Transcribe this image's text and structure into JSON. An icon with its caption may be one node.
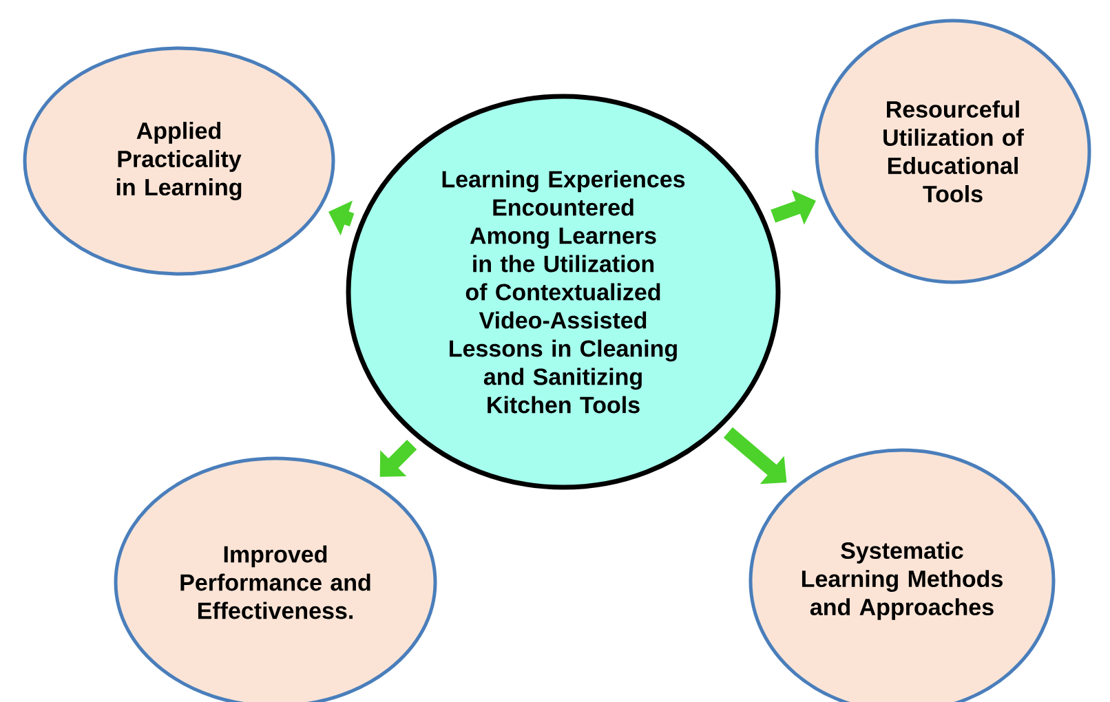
{
  "diagram": {
    "nodes": [
      {
        "text": [
          "Learning Experiences Encountered Among Learners in the Utilization of Contextualized Video-Assisted Lessons in Cleaning and Sanitizing Kitchen Tools"
        ]
      },
      {
        "text": [
          "Applied Practicality in Learning"
        ]
      },
      {
        "text": [
          "Resourceful Utilization of Educational Tools"
        ]
      },
      {
        "text": [
          "Improved Performance and Effectiveness."
        ]
      },
      {
        "text": [
          "Systematic Learning Methods and Approaches"
        ]
      }
    ],
    "edges": [
      {
        "from": 0,
        "to": 1,
        "arrow": "to"
      },
      {
        "from": 0,
        "to": 2,
        "arrow": "to"
      },
      {
        "from": 0,
        "to": 3,
        "arrow": "to"
      },
      {
        "from": 0,
        "to": 4,
        "arrow": "to"
      }
    ]
  }
}
